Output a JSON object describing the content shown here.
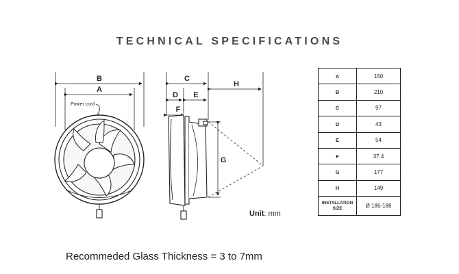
{
  "title": "TECHNICAL SPECIFICATIONS",
  "labels": {
    "a": "A",
    "b": "B",
    "c": "C",
    "d": "D",
    "e": "E",
    "f": "F",
    "g": "G",
    "h": "H",
    "power_cord": "Power cord"
  },
  "unit": {
    "label": "Unit",
    "value": ": mm"
  },
  "glass_note": "Recommeded Glass Thickness = 3 to 7mm",
  "specs_table": [
    {
      "key": "A",
      "value": "150"
    },
    {
      "key": "B",
      "value": "210"
    },
    {
      "key": "C",
      "value": "97"
    },
    {
      "key": "D",
      "value": "43"
    },
    {
      "key": "E",
      "value": "54"
    },
    {
      "key": "F",
      "value": "37.4"
    },
    {
      "key": "G",
      "value": "177"
    },
    {
      "key": "H",
      "value": "149"
    },
    {
      "key": "INSTALLATION SIZE",
      "value": "Ø 186-188"
    }
  ],
  "colors": {
    "line": "#222222",
    "title": "#4a4a4a",
    "fan_fill": "#f7f7f7"
  }
}
